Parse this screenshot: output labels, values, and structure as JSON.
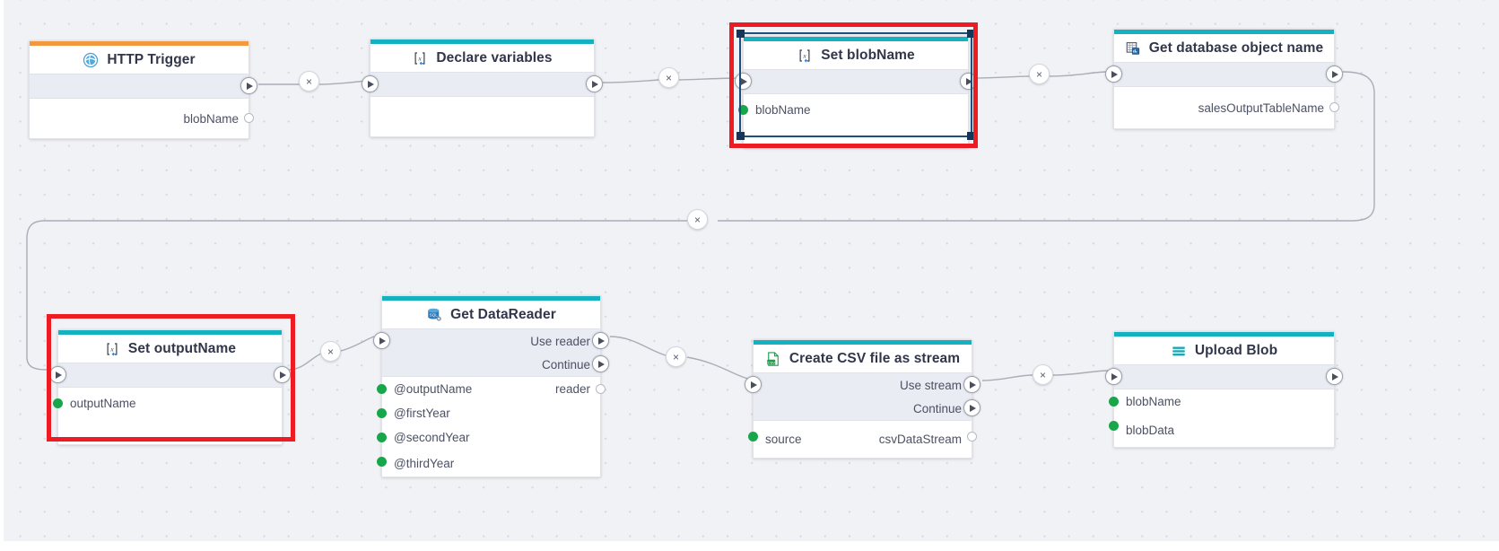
{
  "canvas": {
    "background_color": "#f1f2f5",
    "grid_dot_color": "#d6d8e0",
    "accent_teal": "#14b2c0",
    "accent_orange": "#f2983e",
    "port_green": "#17a74a",
    "annotation_color": "#ee1b23",
    "selection_color": "#1c4f7c"
  },
  "nodes": [
    {
      "id": "http-trigger",
      "title": "HTTP Trigger",
      "icon": "http-trigger-icon",
      "accent": "orange",
      "flow_rows": [
        {
          "label": "",
          "out_port": true,
          "in_port": false
        }
      ],
      "data_rows": [
        {
          "in_label": "",
          "out_label": "blobName",
          "in_port": false,
          "out_port": "hollow"
        }
      ]
    },
    {
      "id": "declare-variables",
      "title": "Declare variables",
      "icon": "set-variable-icon",
      "accent": "teal",
      "flow_rows": [
        {
          "label": "",
          "out_port": true,
          "in_port": true
        }
      ],
      "data_rows": [
        {
          "in_label": "",
          "out_label": "",
          "in_port": false,
          "out_port": false
        }
      ]
    },
    {
      "id": "set-blobname",
      "title": "Set blobName",
      "icon": "set-variable-icon",
      "accent": "teal",
      "selected": true,
      "annotated": true,
      "flow_rows": [
        {
          "label": "",
          "out_port": true,
          "in_port": true
        }
      ],
      "data_rows": [
        {
          "in_label": "blobName",
          "out_label": "",
          "in_port": "green",
          "out_port": false
        }
      ]
    },
    {
      "id": "get-database-object-name",
      "title": "Get database object name",
      "icon": "database-object-icon",
      "accent": "teal",
      "flow_rows": [
        {
          "label": "",
          "out_port": true,
          "in_port": true
        }
      ],
      "data_rows": [
        {
          "in_label": "",
          "out_label": "salesOutputTableName",
          "in_port": false,
          "out_port": "hollow"
        }
      ]
    },
    {
      "id": "set-outputname",
      "title": "Set outputName",
      "icon": "set-variable-icon",
      "accent": "teal",
      "annotated": true,
      "flow_rows": [
        {
          "label": "",
          "out_port": true,
          "in_port": true
        }
      ],
      "data_rows": [
        {
          "in_label": "outputName",
          "out_label": "",
          "in_port": "green",
          "out_port": false
        }
      ]
    },
    {
      "id": "get-datareader",
      "title": "Get DataReader",
      "icon": "sql-icon",
      "accent": "teal",
      "flow_rows": [
        {
          "label": "Use reader",
          "out_port": true,
          "in_port": true
        },
        {
          "label": "Continue",
          "out_port": true,
          "in_port": false
        }
      ],
      "data_rows": [
        {
          "in_label": "@outputName",
          "out_label": "reader",
          "in_port": "green",
          "out_port": "hollow"
        },
        {
          "in_label": "@firstYear",
          "out_label": "",
          "in_port": "green",
          "out_port": false
        },
        {
          "in_label": "@secondYear",
          "out_label": "",
          "in_port": "green",
          "out_port": false
        },
        {
          "in_label": "@thirdYear",
          "out_label": "",
          "in_port": "green",
          "out_port": false
        }
      ]
    },
    {
      "id": "create-csv-file-as-stream",
      "title": "Create CSV file as stream",
      "icon": "csv-file-icon",
      "accent": "teal",
      "flow_rows": [
        {
          "label": "Use stream",
          "out_port": true,
          "in_port": true
        },
        {
          "label": "Continue",
          "out_port": true,
          "in_port": false
        }
      ],
      "data_rows": [
        {
          "in_label": "source",
          "out_label": "csvDataStream",
          "in_port": "green",
          "out_port": "hollow"
        }
      ]
    },
    {
      "id": "upload-blob",
      "title": "Upload Blob",
      "icon": "upload-blob-icon",
      "accent": "teal",
      "flow_rows": [
        {
          "label": "",
          "out_port": true,
          "in_port": true
        }
      ],
      "data_rows": [
        {
          "in_label": "blobName",
          "out_label": "",
          "in_port": "green",
          "out_port": false
        },
        {
          "in_label": "blobData",
          "out_label": "",
          "in_port": "green",
          "out_port": false
        }
      ]
    }
  ],
  "edge_buttons": [
    {
      "name": "edge-delete-http-to-declare",
      "glyph": "×"
    },
    {
      "name": "edge-delete-declare-to-setblobname",
      "glyph": "×"
    },
    {
      "name": "edge-delete-setblobname-to-getdbobject",
      "glyph": "×"
    },
    {
      "name": "edge-delete-getdbobject-to-setoutputname",
      "glyph": "×"
    },
    {
      "name": "edge-delete-setoutputname-to-getdatareader",
      "glyph": "×"
    },
    {
      "name": "edge-delete-getdatareader-to-createcsv",
      "glyph": "×"
    },
    {
      "name": "edge-delete-createcsv-to-uploadblob",
      "glyph": "×"
    }
  ]
}
